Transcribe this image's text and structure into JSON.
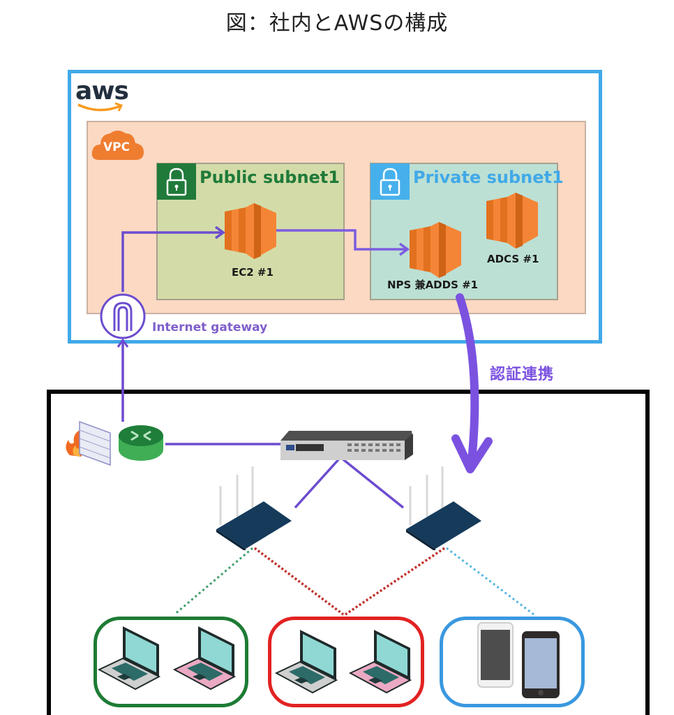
{
  "title": "図：社内とAWSの構成",
  "aws": {
    "logo_text": "aws",
    "colors": {
      "border": "#41a9e8",
      "vpc_fill": "#fbd9c2",
      "orange": "#f58536"
    },
    "vpc": {
      "label": "VPC",
      "public_subnet": {
        "title": "Public subnet1",
        "color": "#1f7a39",
        "instances": [
          {
            "label": "EC2 #1",
            "icon": "ec2-instance-icon"
          }
        ]
      },
      "private_subnet": {
        "title": "Private subnet1",
        "color": "#41a9e8",
        "instances": [
          {
            "label": "NPS 兼ADDS #1",
            "icon": "ec2-instance-icon"
          },
          {
            "label": "ADCS #1",
            "icon": "ec2-instance-icon"
          }
        ]
      }
    },
    "internet_gateway": {
      "label": "Internet gateway",
      "icon": "internet-gateway-icon"
    }
  },
  "auth_link": {
    "label": "認証連携",
    "color": "#7b52e0"
  },
  "office": {
    "border_color": "#000000",
    "devices": {
      "firewall": "firewall-icon",
      "router": "router-icon",
      "switch": "network-switch-icon",
      "access_points": [
        "wireless-ap-icon",
        "wireless-ap-icon"
      ]
    },
    "client_groups": [
      {
        "name": "green",
        "color": "#1d7b34",
        "devices": [
          "laptop-gray",
          "laptop-pink"
        ]
      },
      {
        "name": "red",
        "color": "#e22222",
        "devices": [
          "laptop-gray",
          "laptop-pink"
        ]
      },
      {
        "name": "blue",
        "color": "#3a98e0",
        "devices": [
          "smartphone-white",
          "smartphone-black"
        ]
      }
    ]
  },
  "line_color": "#6c4ccf"
}
